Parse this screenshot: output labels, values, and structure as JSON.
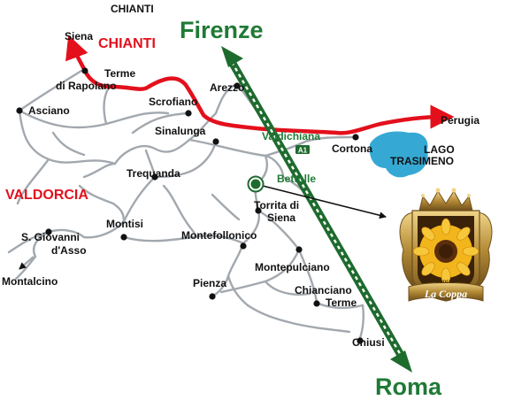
{
  "colors": {
    "route_red": "#e3101c",
    "route_green": "#1e6b2e",
    "roads": "#a2a8ae",
    "lake": "#35a9d4",
    "label_green": "#1f7a35",
    "text": "#111111"
  },
  "regions": {
    "chianti_top": "CHIANTI",
    "chianti_red": "CHIANTI",
    "valdorcia": "VALDORCIA",
    "valdichiana": "Valdichiana"
  },
  "directions": {
    "firenze": "Firenze",
    "roma": "Roma",
    "siena": "Siena",
    "perugia": "Perugia"
  },
  "lake": {
    "line1": "LAGO",
    "line2": "TRASIMENO"
  },
  "highway": {
    "badge": "A1"
  },
  "places": {
    "terme_rapolano_1": "Terme",
    "terme_rapolano_2": "di Rapolano",
    "asciano": "Asciano",
    "arezzo": "Arezzo",
    "scrofiano": "Scrofiano",
    "sinalunga": "Sinalunga",
    "cortona": "Cortona",
    "trequanda": "Trequanda",
    "bettolle": "Bettolle",
    "torrita_1": "Torrita di",
    "torrita_2": "Siena",
    "montisi": "Montisi",
    "sgiovanni_1": "S. Giovanni",
    "sgiovanni_2": "d'Asso",
    "montefollonico": "Montefollonico",
    "montalcino": "Montalcino",
    "montepulciano": "Montepulciano",
    "pienza": "Pienza",
    "chianciano_1": "Chianciano",
    "chianciano_2": "Terme",
    "chiusi": "Chiusi"
  },
  "logo": {
    "name": "La Coppa",
    "small": "PODERE"
  }
}
